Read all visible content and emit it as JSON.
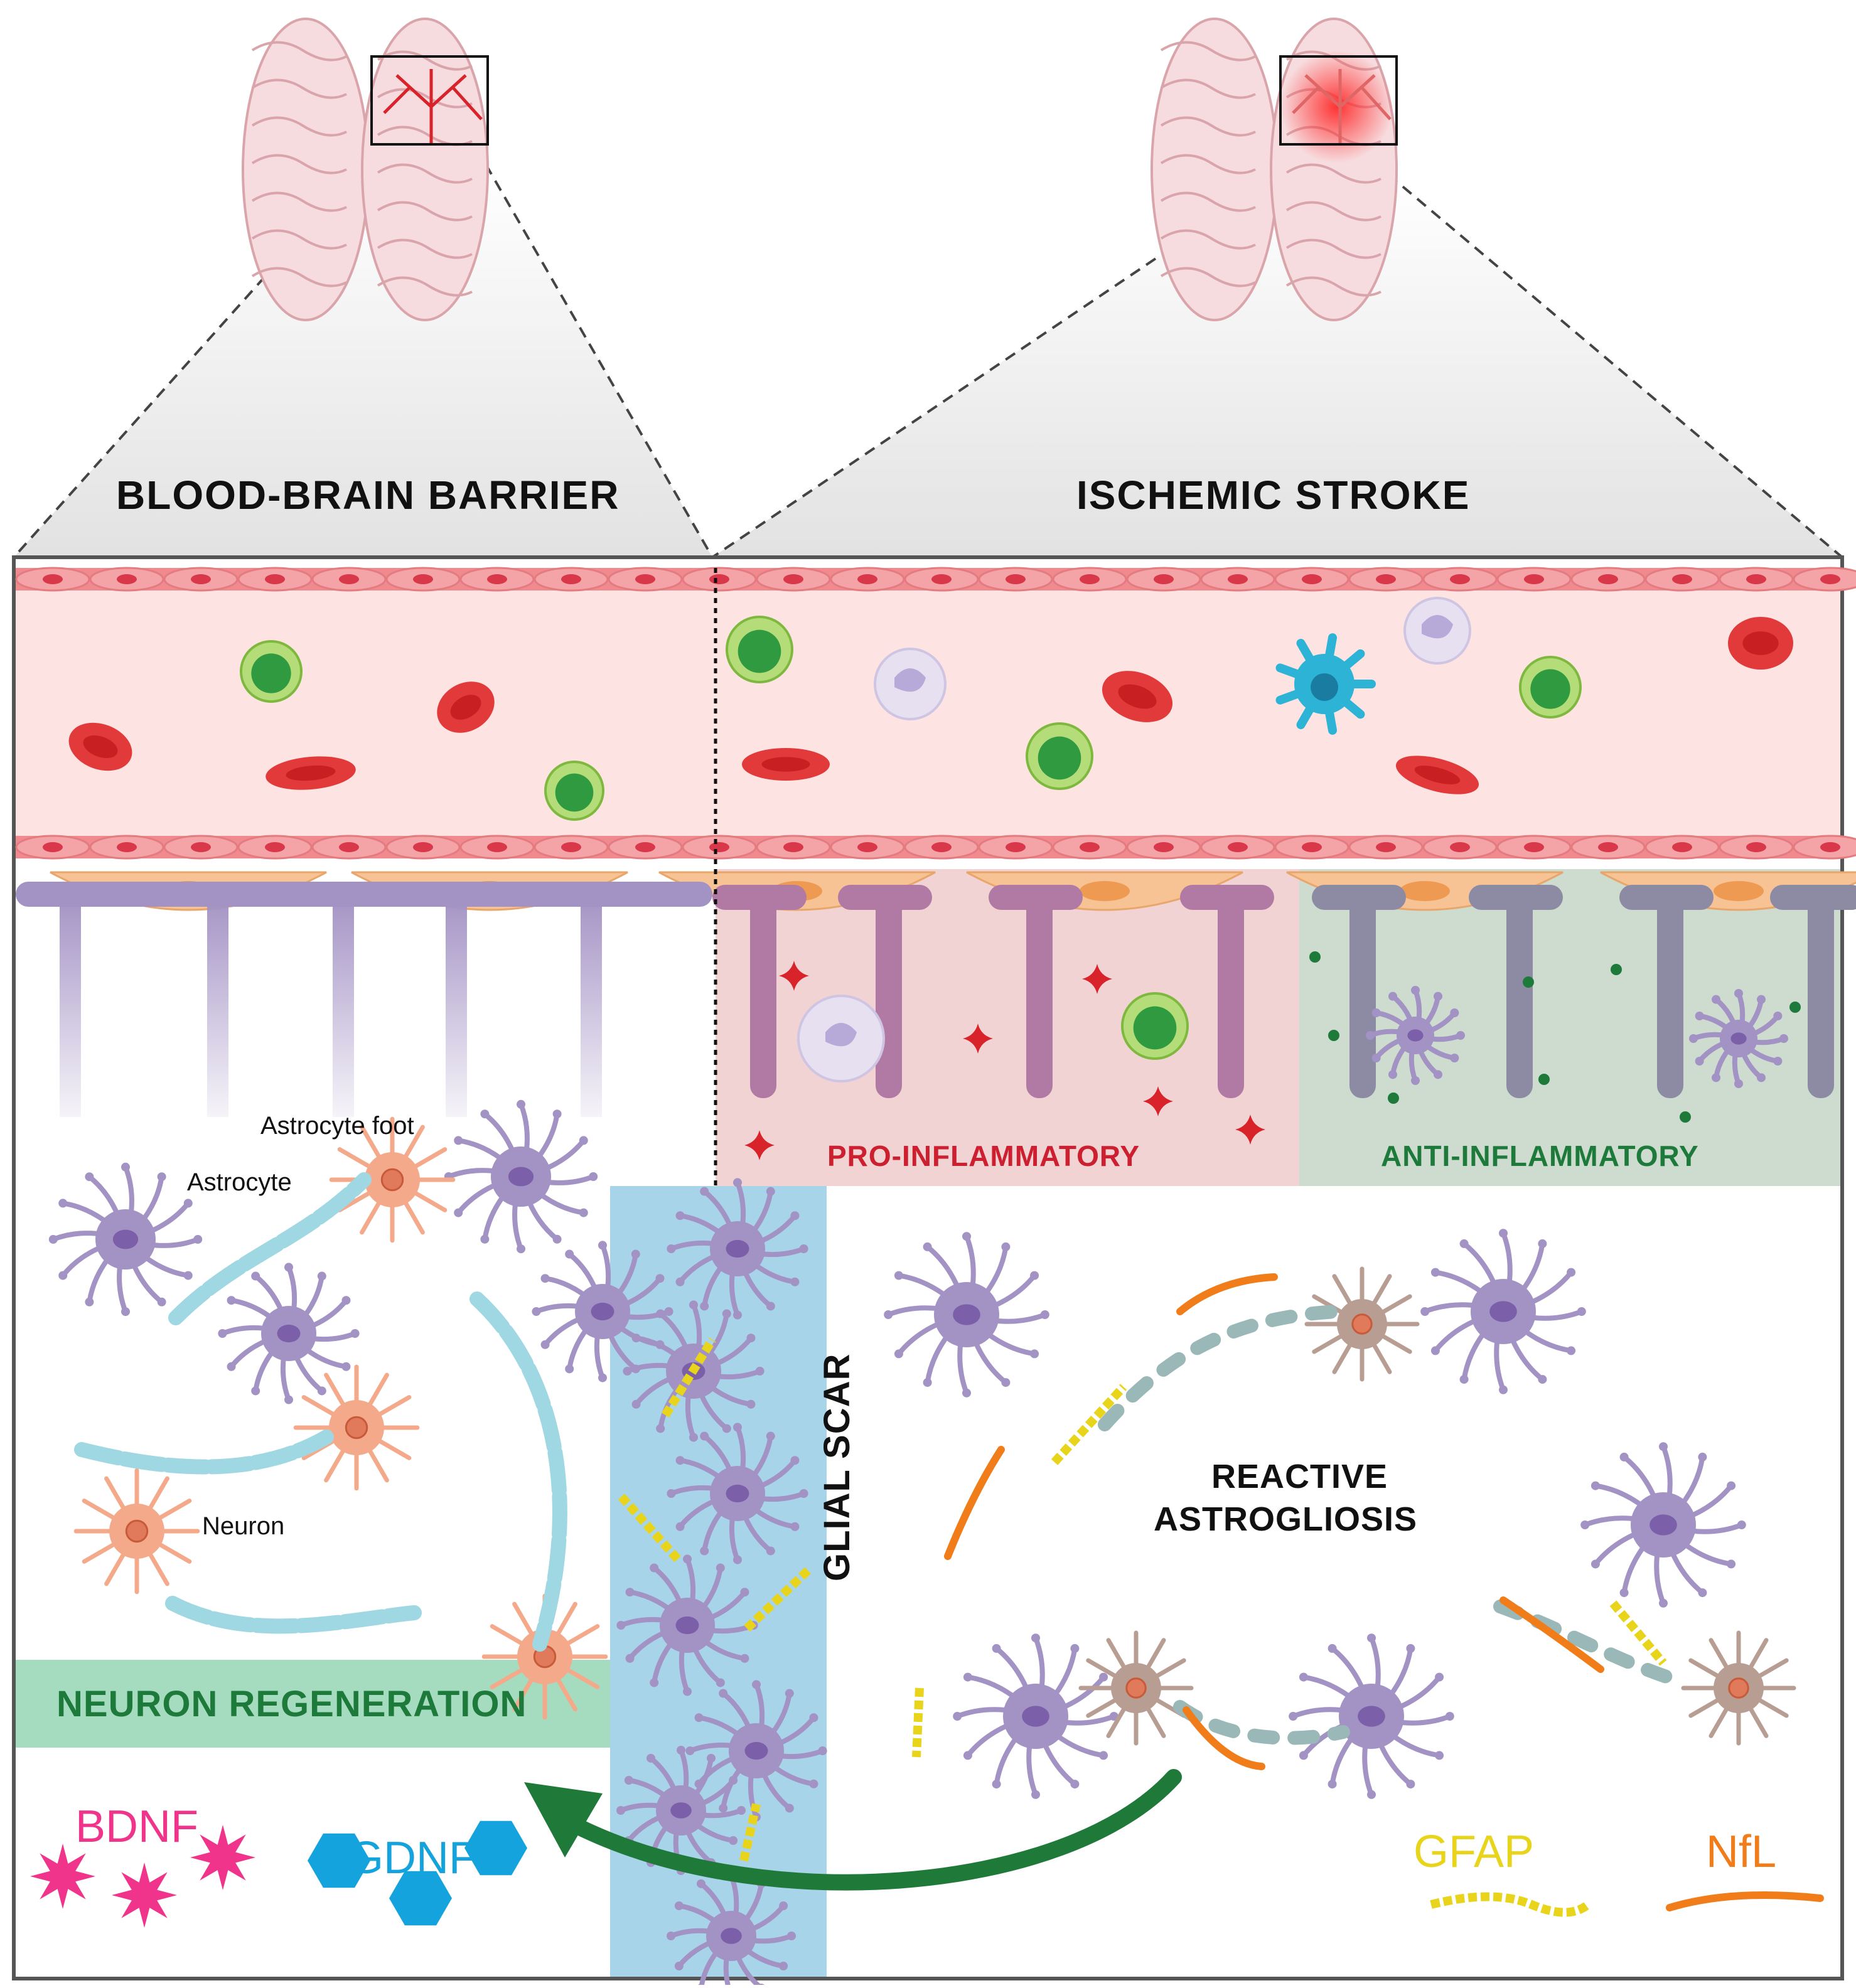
{
  "titles": {
    "left": "BLOOD-BRAIN BARRIER",
    "right": "ISCHEMIC STROKE"
  },
  "panels": {
    "pro_inflammatory": "PRO-INFLAMMATORY",
    "anti_inflammatory": "ANTI-INFLAMMATORY",
    "glial_scar": "GLIAL SCAR",
    "reactive_astrogliosis_1": "REACTIVE",
    "reactive_astrogliosis_2": "ASTROGLIOSIS",
    "neuron_regeneration": "NEURON REGENERATION"
  },
  "annotations": {
    "astrocyte_foot": "Astrocyte foot",
    "astrocyte": "Astrocyte",
    "neuron": "Neuron"
  },
  "legend": {
    "bdnf": "BDNF",
    "gdnf": "GDNF",
    "gfap": "GFAP",
    "nfl": "NfL"
  },
  "colors": {
    "vessel": "#fde4e2",
    "endothelium": "#f08a8f",
    "rbc": "#e23a3a",
    "lymphocyte": "#3aa84a",
    "astrocyte": "#a392c4",
    "pro_bg": "#f1d3d3",
    "anti_bg": "#cddccf",
    "glial_scar_bg": "#a8d4ea",
    "regeneration_bg": "#a5dcc0",
    "pro_text": "#cc1f2f",
    "anti_text": "#1e7a3a",
    "regen_text": "#1e7a3a",
    "bdnf": "#f0348c",
    "gdnf": "#14a3dc",
    "gfap": "#e8d41b",
    "nfl": "#f07d1a",
    "myelin": "#9fd8e3",
    "neuron": "#f4a98a",
    "arrow": "#1f7a3a",
    "frame": "#555555"
  }
}
